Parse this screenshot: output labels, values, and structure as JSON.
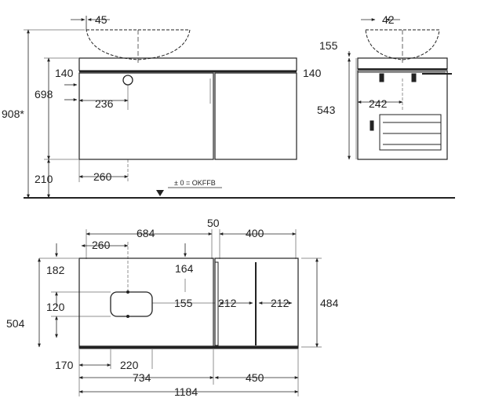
{
  "drawing": {
    "front_view": {
      "basin_offset": "45",
      "lip_height": "140",
      "basin_center_from_left": "236",
      "height_698": "698",
      "height_908": "908*",
      "floor_to_bottom": "210",
      "drain_from_left": "260",
      "ok_label": "± 0 = OKFFB"
    },
    "right_column": {
      "top_offset": "155",
      "lip_height_right": "140",
      "cabinet_height": "543"
    },
    "side_view": {
      "basin_offset": "42",
      "drain_depth": "242"
    },
    "plan_view": {
      "width_684": "684",
      "gap_50": "50",
      "width_400": "400",
      "basin_center": "260",
      "depth_182": "182",
      "depth_164": "164",
      "basin_height": "120",
      "depth_155": "155",
      "inner_left": "212",
      "inner_right": "212",
      "total_depth": "504",
      "depth_484": "484",
      "offset_170": "170",
      "basin_width": "220",
      "width_734": "734",
      "width_450": "450",
      "total_width": "1184"
    }
  }
}
